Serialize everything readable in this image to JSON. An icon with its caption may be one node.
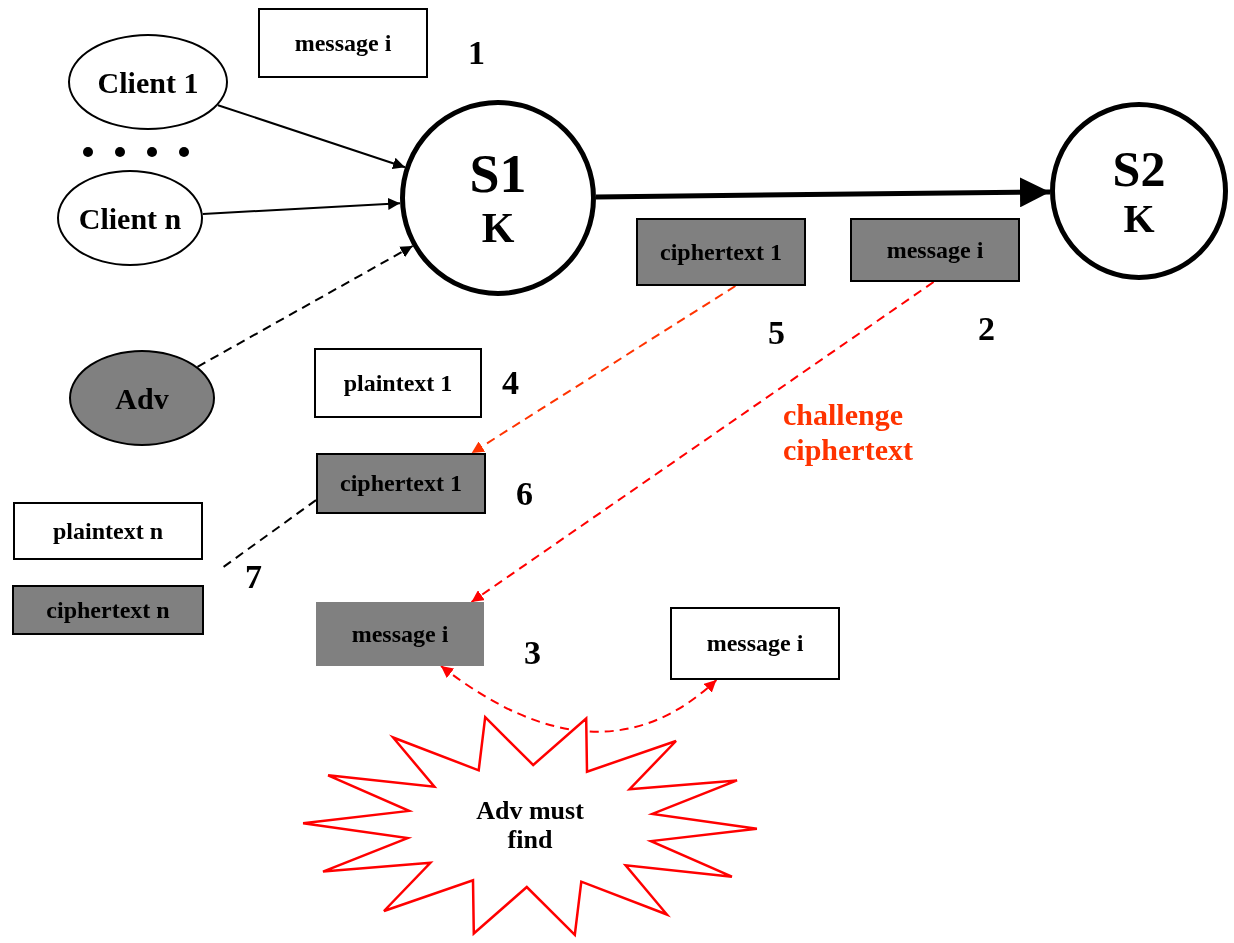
{
  "diagram": {
    "nodes": [
      {
        "text": [
          "Client 1"
        ]
      },
      {
        "text": [
          "Client n"
        ]
      },
      {
        "text": [
          "S1",
          "K"
        ]
      },
      {
        "text": [
          "S2",
          "K"
        ]
      },
      {
        "text": [
          "Adv"
        ]
      },
      {
        "text": [
          "message i"
        ],
        "beside": [
          "1"
        ]
      },
      {
        "text": [
          "ciphertext 1"
        ],
        "beside": [
          "5"
        ]
      },
      {
        "text": [
          "message i"
        ],
        "beside": [
          "2"
        ]
      },
      {
        "text": [
          "plaintext 1"
        ],
        "beside": [
          "4"
        ]
      },
      {
        "text": [
          "ciphertext 1"
        ],
        "beside": [
          "6"
        ]
      },
      {
        "text": [
          "plaintext n"
        ]
      },
      {
        "text": [
          "ciphertext n"
        ]
      },
      {
        "text": [
          "message i"
        ],
        "beside": [
          "3"
        ]
      },
      {
        "text": [
          "message i"
        ]
      },
      {
        "text": [
          "Adv must find"
        ]
      }
    ],
    "edges": [
      {
        "from": 0,
        "to": 2,
        "arrow": "to"
      },
      {
        "from": 1,
        "to": 2,
        "arrow": "to"
      },
      {
        "from": 4,
        "to": 2,
        "arrow": "to",
        "style": "dashed"
      },
      {
        "from": 2,
        "to": 3,
        "arrow": "to",
        "style": "thick"
      },
      {
        "from": 6,
        "to": 9,
        "arrow": "to",
        "style": "dashed",
        "color": "#ff3300"
      },
      {
        "from": 7,
        "to": 12,
        "arrow": "to",
        "style": "dashed",
        "color": "#ff0000",
        "label": "challenge ciphertext"
      },
      {
        "from": 9,
        "to": null,
        "arrow": "none",
        "style": "dashed"
      },
      {
        "from": 12,
        "to": 13,
        "arrow": "both",
        "style": "dashed",
        "color": "#ff0000"
      }
    ],
    "labels": [
      "7"
    ]
  }
}
